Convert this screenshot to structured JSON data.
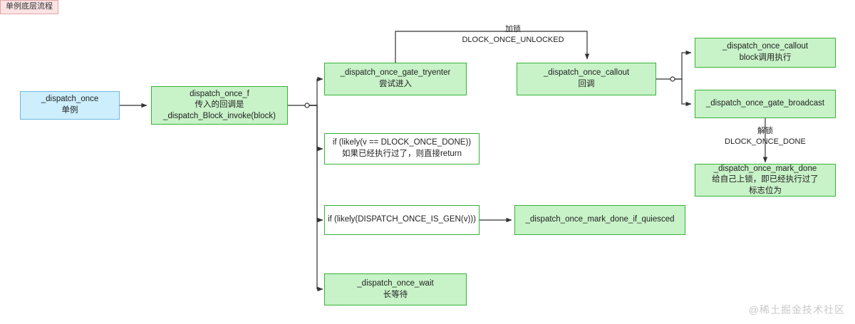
{
  "title_tag": "单例底层流程",
  "watermark": "@稀土掘金技术社区",
  "colors": {
    "green_fill": "#c8f2c8",
    "green_stroke": "#36b336",
    "blue_fill": "#cdeefd",
    "blue_stroke": "#6fb7e0",
    "title_fill": "#fbe3e4",
    "title_stroke": "#e3a5a5",
    "line": "#333333",
    "watermark": "#c9c9c9"
  },
  "nodes": [
    {
      "id": "dispatch_once",
      "l1": "_dispatch_once",
      "l2": "单例",
      "l3": ""
    },
    {
      "id": "dispatch_once_f",
      "l1": "dispatch_once_f",
      "l2": "传入的回调是",
      "l3": "_dispatch_Block_invoke(block)"
    },
    {
      "id": "gate_tryenter",
      "l1": "_dispatch_once_gate_tryenter",
      "l2": "尝试进入",
      "l3": ""
    },
    {
      "id": "likely_done",
      "l1": "if (likely(v == DLOCK_ONCE_DONE))",
      "l2": "如果已经执行过了，则直接return",
      "l3": ""
    },
    {
      "id": "likely_is_gen",
      "l1": "if (likely(DISPATCH_ONCE_IS_GEN(v)))",
      "l2": "",
      "l3": ""
    },
    {
      "id": "mark_done_if_quiesced",
      "l1": "_dispatch_once_mark_done_if_quiesced",
      "l2": "",
      "l3": ""
    },
    {
      "id": "once_wait",
      "l1": "_dispatch_once_wait",
      "l2": "长等待",
      "l3": ""
    },
    {
      "id": "once_callout_mid",
      "l1": "_dispatch_once_callout",
      "l2": "回调",
      "l3": ""
    },
    {
      "id": "once_callout_right",
      "l1": "_dispatch_once_callout",
      "l2": "block调用执行",
      "l3": ""
    },
    {
      "id": "gate_broadcast",
      "l1": "_dispatch_once_gate_broadcast",
      "l2": "",
      "l3": ""
    },
    {
      "id": "mark_done",
      "l1": "_dispatch_once_mark_done",
      "l2": "给自己上锁，即已经执行过了",
      "l3": "标志位为"
    }
  ],
  "edge_labels": [
    {
      "id": "lock",
      "line1": "加锁",
      "line2": "DLOCK_ONCE_UNLOCKED"
    },
    {
      "id": "unlock",
      "line1": "解锁",
      "line2": "DLOCK_ONCE_DONE"
    }
  ]
}
